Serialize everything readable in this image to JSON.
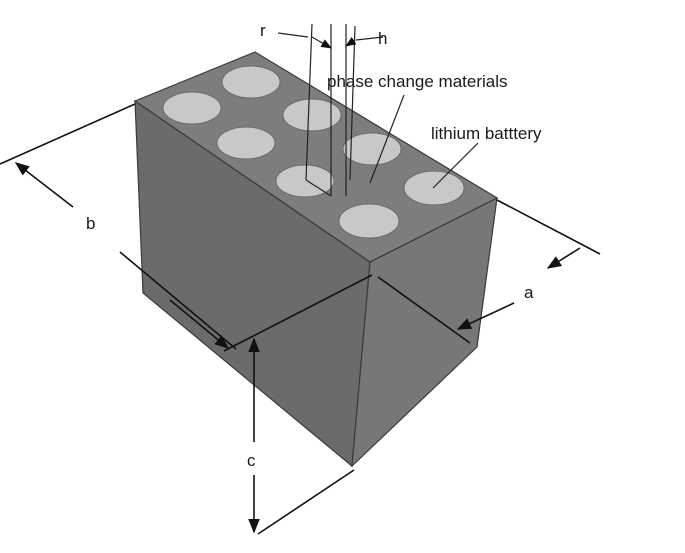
{
  "labels": {
    "r": "r",
    "h": "h",
    "phase_change": "phase change materials",
    "battery": "lithium batttery",
    "a": "a",
    "b": "b",
    "c": "c"
  },
  "colors": {
    "top_face": "#7c7c7c",
    "left_face": "#6b6b6b",
    "right_face": "#767676",
    "cell_fill": "#c8c8c8",
    "lines": "#111111"
  }
}
